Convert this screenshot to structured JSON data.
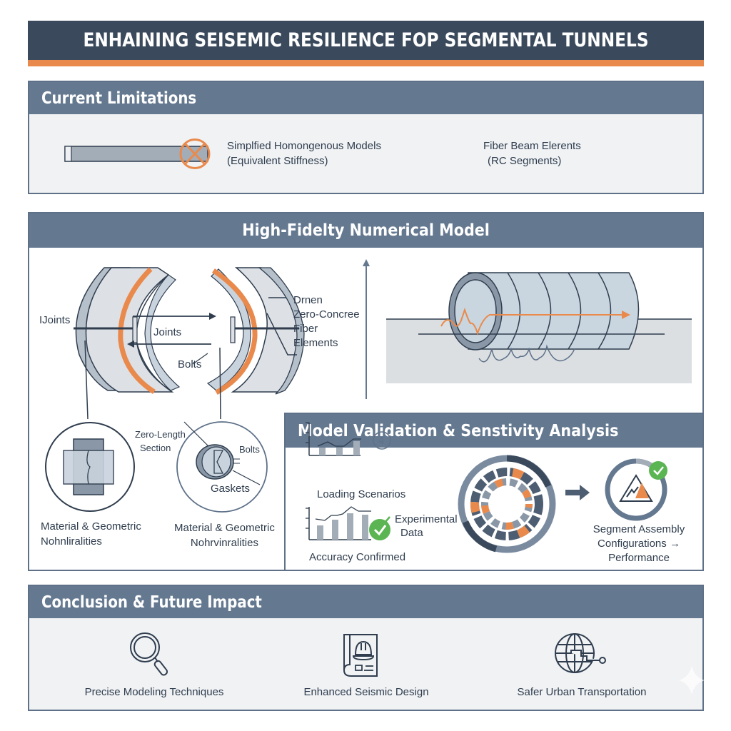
{
  "title": "ENHAINING SEISEMIC RESILIENCE FOP SEGMENTAL TUNNELS",
  "colors": {
    "dark_navy": "#3a4a5c",
    "header_slate": "#647890",
    "accent_orange": "#e98a4c",
    "success_green": "#5ab552",
    "panel_bg": "#f0f2f4"
  },
  "limitations": {
    "header": "Current Limitations",
    "items": [
      {
        "icon": "crossed-out-beam-icon",
        "line1": "Simplfied Homongenous Models",
        "line2": "(Equivalent Stiffness)"
      },
      {
        "line1": "Fiber Beam Elerents",
        "line2": "(RC Segments)"
      }
    ]
  },
  "model": {
    "header": "High-Fidelty Numerical Model",
    "segment_labels": {
      "joints_left": "IJoints",
      "joints_center": "Joints",
      "bolts": "Bolts",
      "right_callout": [
        "Drnen",
        "Zero-Concree",
        "Fiber",
        "Elements"
      ]
    },
    "detail_left": {
      "caption": [
        "Material & Geometric",
        "Nohnliralities"
      ]
    },
    "detail_right": {
      "callouts": [
        "Zero-Length",
        "Section",
        "Bolts",
        "Gaskets"
      ],
      "caption": [
        "Material & Geometric",
        "Nohrvinralities"
      ]
    }
  },
  "validation": {
    "header": "Model Validation & Senstivity Analysis",
    "loading_scenarios": "Loading Scenarios",
    "experimental_data": [
      "Experimental",
      "Data"
    ],
    "accuracy_confirmed": "Accuracy Confirmed",
    "result": [
      "Segment Assembly",
      "Configurations →",
      "Performance"
    ]
  },
  "conclusion": {
    "header": "Conclusion & Future Impact",
    "items": [
      {
        "icon": "magnifier-icon",
        "label": "Precise Modeling Techniques"
      },
      {
        "icon": "blueprint-hardhat-icon",
        "label": "Enhanced Seismic Design"
      },
      {
        "icon": "globe-network-icon",
        "label": "Safer Urban Transportation"
      }
    ]
  }
}
